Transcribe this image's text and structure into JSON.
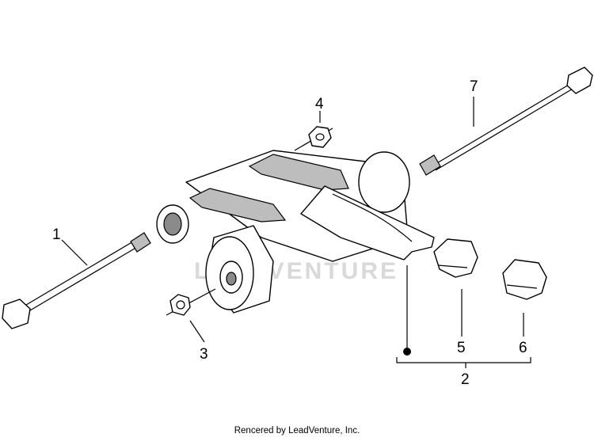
{
  "callouts": {
    "c1": "1",
    "c2": "2",
    "c3": "3",
    "c4": "4",
    "c5": "5",
    "c6": "6",
    "c7": "7"
  },
  "watermark": "LEADVENTURE",
  "footer": "Rencered by LeadVenture, Inc."
}
